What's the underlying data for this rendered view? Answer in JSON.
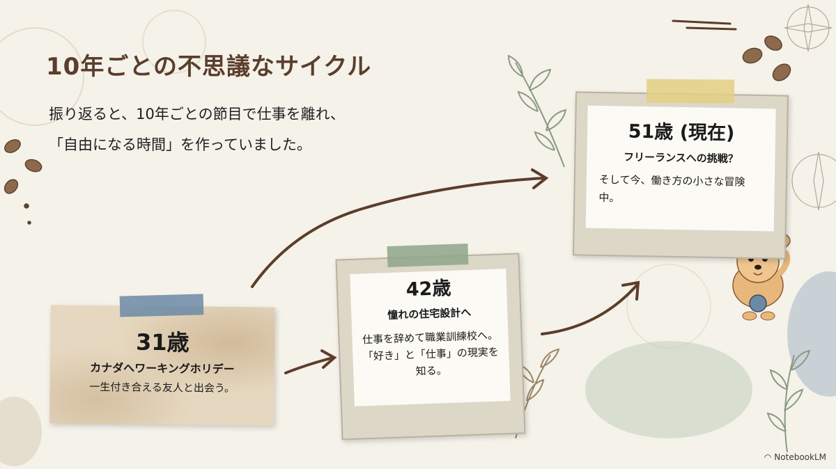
{
  "title": "10年ごとの不思議なサイクル",
  "subtitle": {
    "line1": "振り返ると、10年ごとの節目で仕事を離れ、",
    "line2": "「自由になる時間」を作っていました。"
  },
  "milestones": [
    {
      "age": "31歳",
      "heading": "カナダへワーキングホリデー",
      "description": "一生付き合える友人と出会う。"
    },
    {
      "age": "42歳",
      "heading": "憧れの住宅設計へ",
      "description": "仕事を辞めて職業訓練校へ。「好き」と「仕事」の現実を知る。"
    },
    {
      "age": "51歳 (現在)",
      "heading": "フリーランスへの挑戦？",
      "description": "そして今、働き方の小さな冒険中。"
    }
  ],
  "branding": {
    "logo_text": "NotebookLM",
    "logo_icon": "notebooklm-icon"
  },
  "colors": {
    "background": "#f5f2ea",
    "title": "#5a3e2b",
    "arrow": "#5c3d2a",
    "tape_blue": "#6b8aa6",
    "tape_green": "#8ea689",
    "tape_yellow": "#e3cf83"
  },
  "decor_icons": [
    "compass-icon",
    "coffee-beans-icon",
    "leaf-branch-icon",
    "dog-explorer-mascot-icon",
    "coffee-stain-icon"
  ]
}
